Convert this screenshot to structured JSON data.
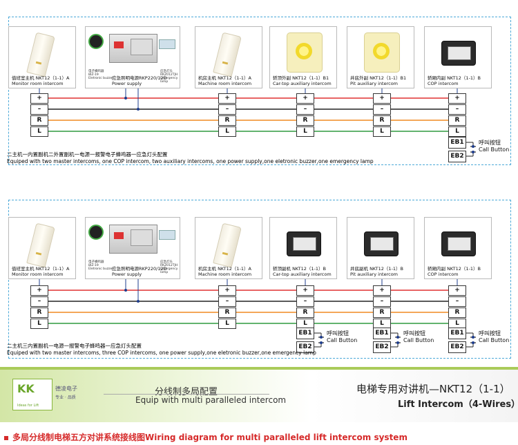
{
  "diagram1": {
    "devices": [
      {
        "cn": "值班室主机 NKT12（1-1）A",
        "en": "Monitor room intercom"
      },
      {
        "cn": "机房主机 NKT12（1-1）A",
        "en": "Machine room intercom"
      },
      {
        "cn": "轿顶外副 NKT12（1-1）B1",
        "en": "Car-top auxiliary intercom"
      },
      {
        "cn": "井底外副 NKT12（1-1）B1",
        "en": "Pit auxiliary intercom"
      },
      {
        "cn": "轿厢内副 NKT12（1-1）B",
        "en": "COP intercom"
      }
    ],
    "power": {
      "buzzer_cn": "电子蜂鸣器",
      "buzzer_model": "BIZ-19",
      "buzzer_en": "Eletronic buzzer",
      "cn": "应急照明电源RKP220/12D",
      "en": "Power supply",
      "lamp_cn": "应急灯头",
      "lamp_model": "RKZ012TJH",
      "lamp_en": "Emergency lamp"
    },
    "caption_cn": "二主机一内置副机二外置副机一电源一报警电子蜂鸣器一应急灯头配置",
    "caption_en": "Equiped with two  master intercoms, one COP intercom, two auxiliary intercoms, one power supply,one eletronic buzzer,one emergency lamp"
  },
  "diagram2": {
    "devices": [
      {
        "cn": "值班室主机 NKT12（1-1）A",
        "en": "Monitor room intercom"
      },
      {
        "cn": "机房主机 NKT12（1-1）A",
        "en": "Machine room intercom"
      },
      {
        "cn": "轿顶副机 NKT12（1-1）B",
        "en": "Car-top auxiliary intercom"
      },
      {
        "cn": "井底副机 NKT12（1-1）B",
        "en": "Pit auxiliary intercom"
      },
      {
        "cn": "轿厢内副 NKT12（1-1）B",
        "en": "COP intercom"
      }
    ],
    "power": {
      "buzzer_cn": "电子蜂鸣器",
      "buzzer_model": "BIZ-19",
      "buzzer_en": "Eletronic buzzer",
      "cn": "应急照明电源RKP220/12D",
      "en": "Power supply",
      "lamp_cn": "应急灯头",
      "lamp_model": "RKZ012TJH",
      "lamp_en": "Emergency lamp"
    },
    "caption_cn": "二主机三内置副机一电源一报警电子蜂鸣器一应急灯头配置",
    "caption_en": "Equiped with two  master intercoms, three COP intercoms, one power supply,one eletronic buzzer,one emergency lamp"
  },
  "terminals": [
    "+",
    "–",
    "R",
    "L"
  ],
  "eb": [
    "EB1",
    "EB2"
  ],
  "call_button": {
    "cn": "呼叫按钮",
    "en": "Call Button"
  },
  "wire_colors": {
    "plus": "#e03030",
    "minus": "#222222",
    "r": "#f08a20",
    "l": "#2f9a3f"
  },
  "banner": {
    "brand_cn": "德凌电子",
    "brand_tag": "专业 · 品质",
    "logo_mark": "KK",
    "logo_tag": "Ideas for Lift",
    "subtitle_cn": "分线制多局配置",
    "subtitle_en": "Equip with multi paralleled intercom",
    "title_cn": "电梯专用对讲机—NKT12（1-1）",
    "title_en": "Lift Intercom（4-Wires）"
  },
  "footer": "多局分线制电梯五方对讲系统接线图Wiring diagram for multi paralleled lift intercom system"
}
